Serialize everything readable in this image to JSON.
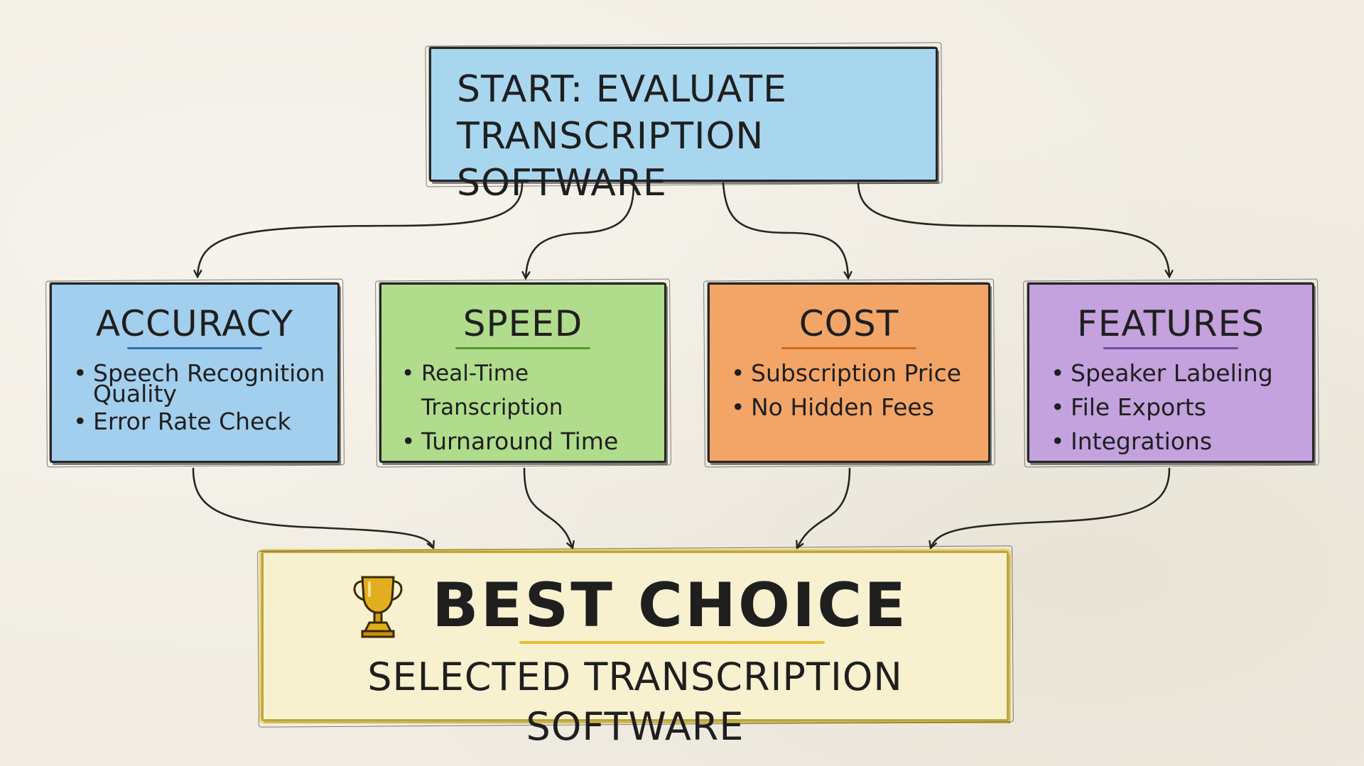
{
  "start": {
    "line1": "START: EVALUATE",
    "line2": "TRANSCRIPTION SOFTWARE"
  },
  "criteria": [
    {
      "title": "ACCURACY",
      "color": "#a3cfee",
      "items": [
        "Speech Recognition",
        "Quality",
        "Error Rate Check"
      ]
    },
    {
      "title": "SPEED",
      "color": "#b0dc8c",
      "items": [
        "Real-Time Transcription",
        "Turnaround Time"
      ]
    },
    {
      "title": "COST",
      "color": "#f3a567",
      "items": [
        "Subscription Price",
        "No Hidden Fees"
      ]
    },
    {
      "title": "FEATURES",
      "color": "#c3a2de",
      "items": [
        "Speaker Labeling",
        "File Exports",
        "Integrations"
      ]
    }
  ],
  "result": {
    "icon": "trophy-icon",
    "title": "BEST CHOICE",
    "subtitle": "SELECTED TRANSCRIPTION SOFTWARE",
    "color": "#f8f1cf"
  }
}
